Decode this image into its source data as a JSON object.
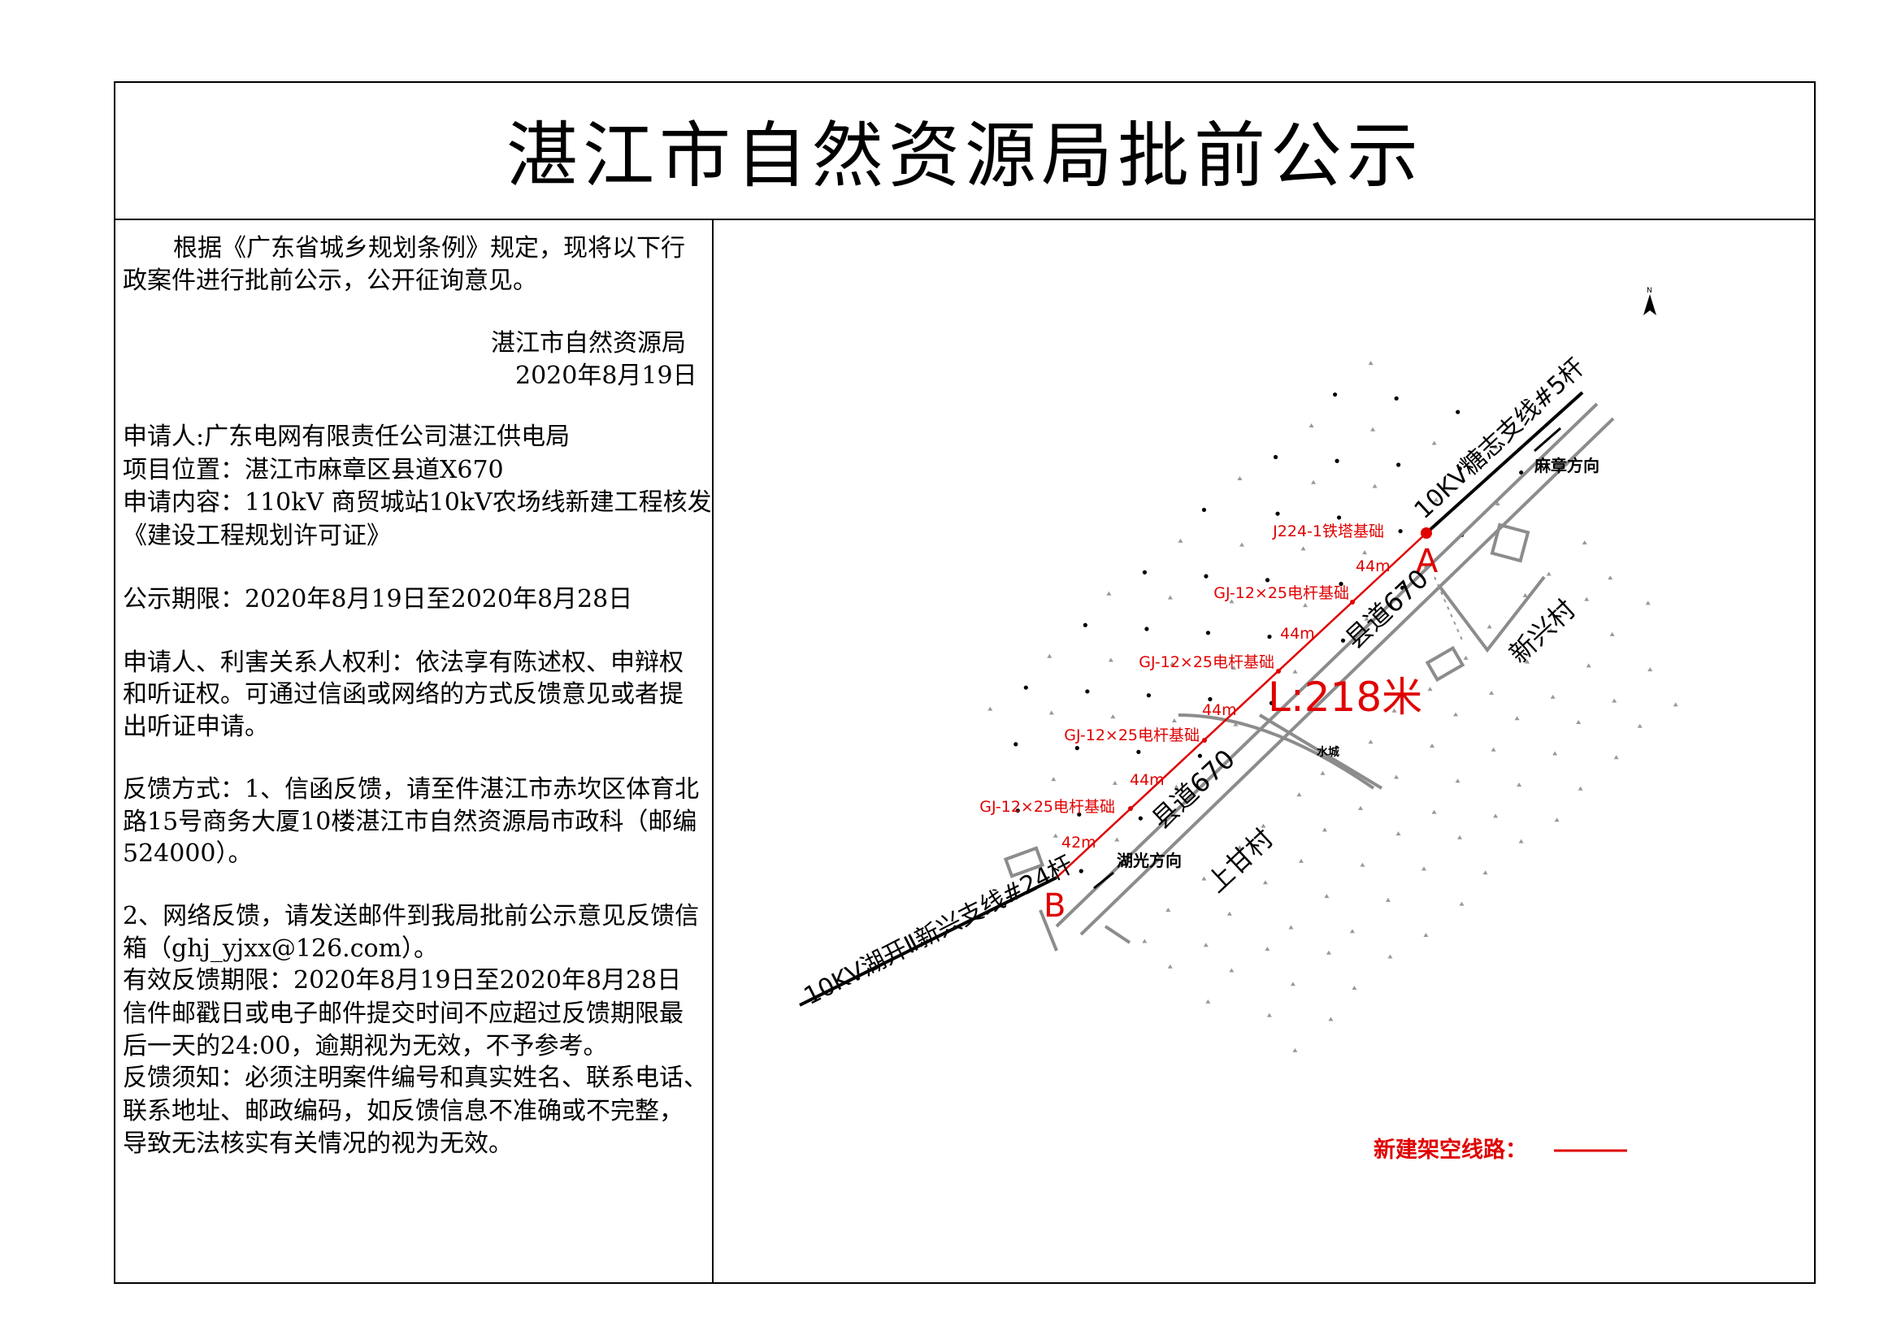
{
  "title": "湛江市自然资源局批前公示",
  "notice": {
    "intro_line1": "根据《广东省城乡规划条例》规定，现将以下行",
    "intro_line2": "政案件进行批前公示，公开征询意见。",
    "issuer": "湛江市自然资源局",
    "issue_date": "2020年8月19日",
    "applicant": "申请人:广东电网有限责任公司湛江供电局",
    "location": "项目位置：湛江市麻章区县道X670",
    "content_line1": "申请内容：110kV 商贸城站10kV农场线新建工程核发",
    "content_line2": "《建设工程规划许可证》",
    "period": "公示期限：2020年8月19日至2020年8月28日",
    "rights_line1": "申请人、利害关系人权利：依法享有陈述权、申辩权",
    "rights_line2": "和听证权。可通过信函或网络的方式反馈意见或者提",
    "rights_line3": "出听证申请。",
    "feedback1_line1": "反馈方式：1、信函反馈，请至件湛江市赤坎区体育北",
    "feedback1_line2": "路15号商务大厦10楼湛江市自然资源局市政科（邮编",
    "feedback1_line3": "524000）。",
    "feedback2_line1": "2、网络反馈，请发送邮件到我局批前公示意见反馈信",
    "feedback2_line2": "箱（ghj_yjxx@126.com）。",
    "valid_period": "有效反馈期限：2020年8月19日至2020年8月28日",
    "deadline_line1": "信件邮戳日或电子邮件提交时间不应超过反馈期限最",
    "deadline_line2": "后一天的24:00，逾期视为无效，不予参考。",
    "notice_line1": "反馈须知：必须注明案件编号和真实姓名、联系电话、",
    "notice_line2": "联系地址、邮政编码，如反馈信息不准确或不完整，",
    "notice_line3": "导致无法核实有关情况的视为无效。"
  },
  "map": {
    "point_a": "A",
    "point_b": "B",
    "tower_label": "J224-1铁塔基础",
    "pole_label": "GJ-12×25电杆基础",
    "span_labels": [
      "44m",
      "44m",
      "44m",
      "44m",
      "42m"
    ],
    "length_label": "L:218米",
    "road_label": "县道670",
    "line_north_label": "10KV糖志支线#5杆",
    "line_south_label": "10KV湖开Ⅱ新兴支线#24杆",
    "direction_mazhang": "麻章方向",
    "direction_huguang": "湖光方向",
    "village_xinxing": "新兴村",
    "village_shanggan": "上甘村",
    "water_label": "水城",
    "legend_label": "新建架空线路：",
    "new_line_color": "#e00000",
    "road_color": "#8c8c8c",
    "north_arrow_icon": "north-arrow-icon"
  }
}
